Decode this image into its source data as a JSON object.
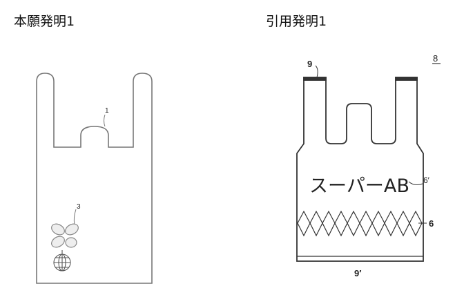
{
  "left_figure": {
    "title": "本願発明1",
    "labels": {
      "handle_cutout": "1",
      "logo_mark": "3"
    }
  },
  "right_figure": {
    "title": "引用発明1",
    "labels": {
      "figure_number": "8",
      "top_band": "9",
      "printed_text_ref": "6′",
      "pattern_ref": "6",
      "bottom_band": "9′"
    },
    "printed_text": "スーパーAB"
  },
  "colors": {
    "line": "#666666",
    "dark_line": "#333333"
  }
}
